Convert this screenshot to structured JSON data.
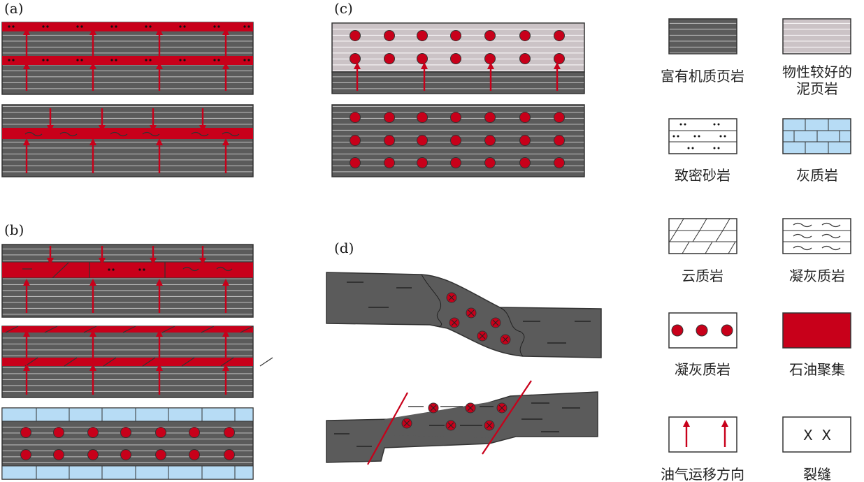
{
  "panels": {
    "a": "(a)",
    "b": "(b)",
    "c": "(c)",
    "d": "(d)"
  },
  "legend": {
    "items": [
      {
        "key": "organic_shale",
        "label": "富有机质页岩"
      },
      {
        "key": "good_mudstone",
        "label1": "物性较好的",
        "label2": "泥页岩"
      },
      {
        "key": "tight_sandstone",
        "label": "致密砂岩"
      },
      {
        "key": "limestone",
        "label": "灰质岩"
      },
      {
        "key": "dolomite",
        "label": "云质岩"
      },
      {
        "key": "tuff_wavy",
        "label": "凝灰质岩"
      },
      {
        "key": "tuff_dots",
        "label": "凝灰质岩"
      },
      {
        "key": "oil_accumulation",
        "label": "石油聚集"
      },
      {
        "key": "migration",
        "label": "油气运移方向"
      },
      {
        "key": "fracture",
        "label": "裂缝",
        "symbol": "X  X"
      }
    ]
  },
  "colors": {
    "shale": "#5a5a5a",
    "shale_line": "#bdbdbd",
    "mudstone": "#c8bfc3",
    "oil": "#c8001a",
    "limestone": "#b7dcf5",
    "outline": "#333333"
  }
}
